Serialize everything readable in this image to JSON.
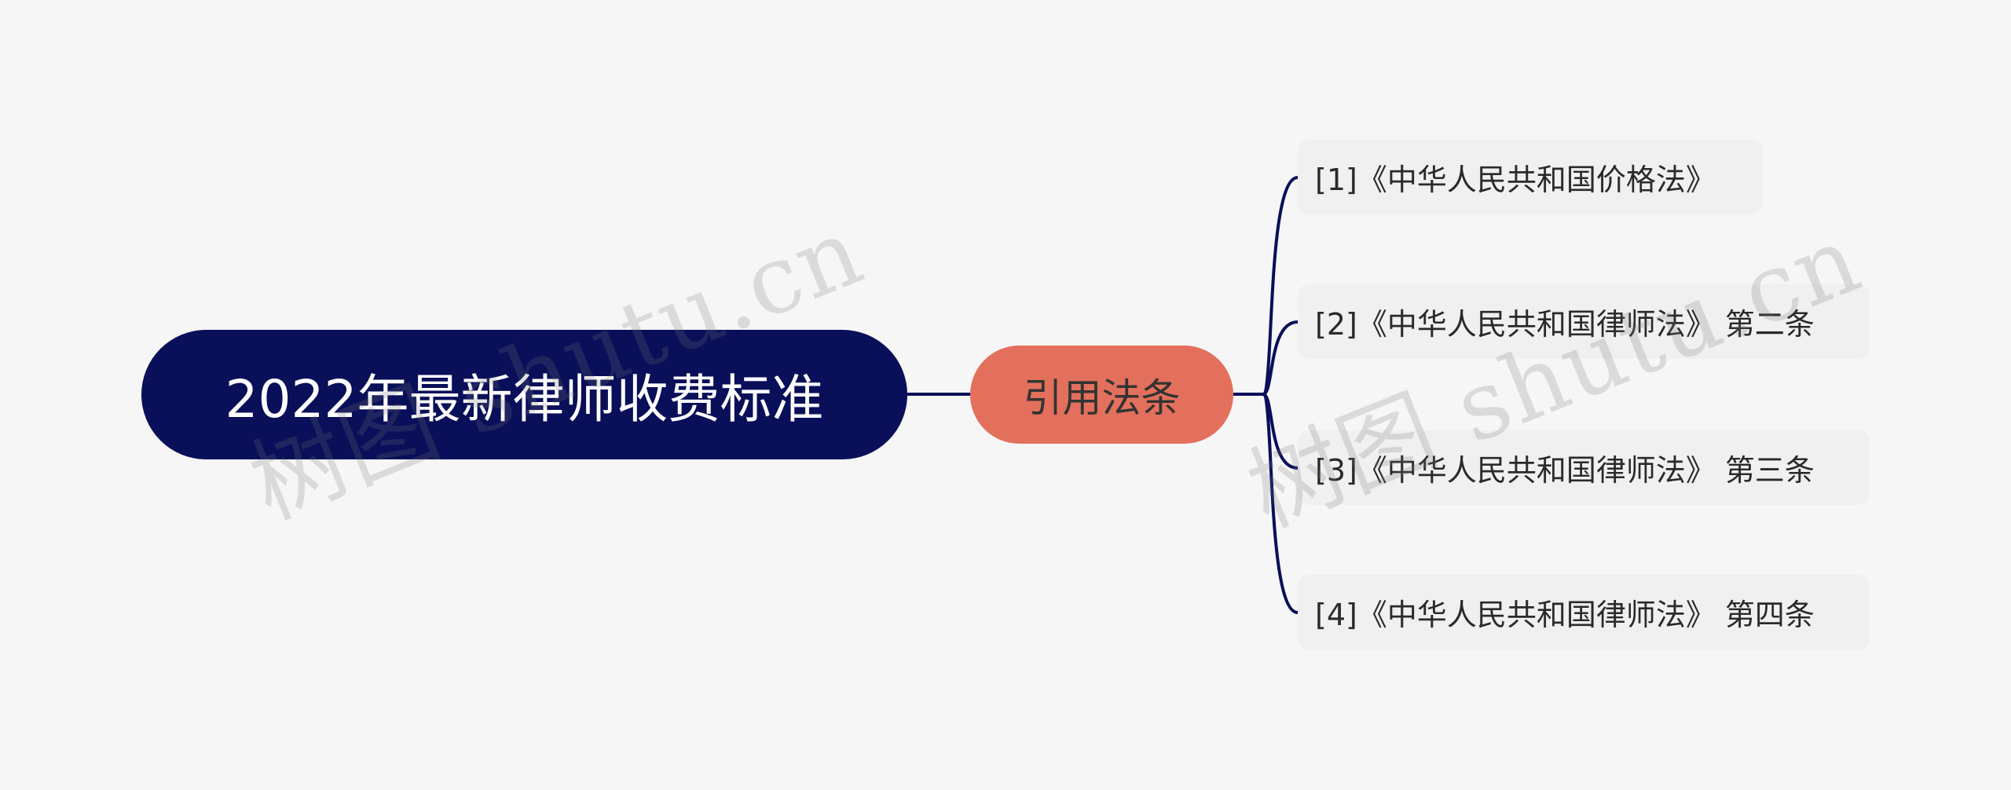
{
  "mindmap": {
    "root": {
      "label": "2022年最新律师收费标准"
    },
    "branch": {
      "label": "引用法条"
    },
    "leaves": [
      {
        "label": "[1]《中华人民共和国价格法》"
      },
      {
        "label": "[2]《中华人民共和国律师法》 第二条"
      },
      {
        "label": "[3]《中华人民共和国律师法》 第三条"
      },
      {
        "label": "[4]《中华人民共和国律师法》 第四条"
      }
    ]
  },
  "watermark": {
    "text": "树图 shutu.cn"
  },
  "colors": {
    "background": "#f6f6f6",
    "root_fill": "#0a0f59",
    "branch_fill": "#e3705c",
    "leaf_fill": "#f0f0f0",
    "connector": "#0a0f59"
  }
}
